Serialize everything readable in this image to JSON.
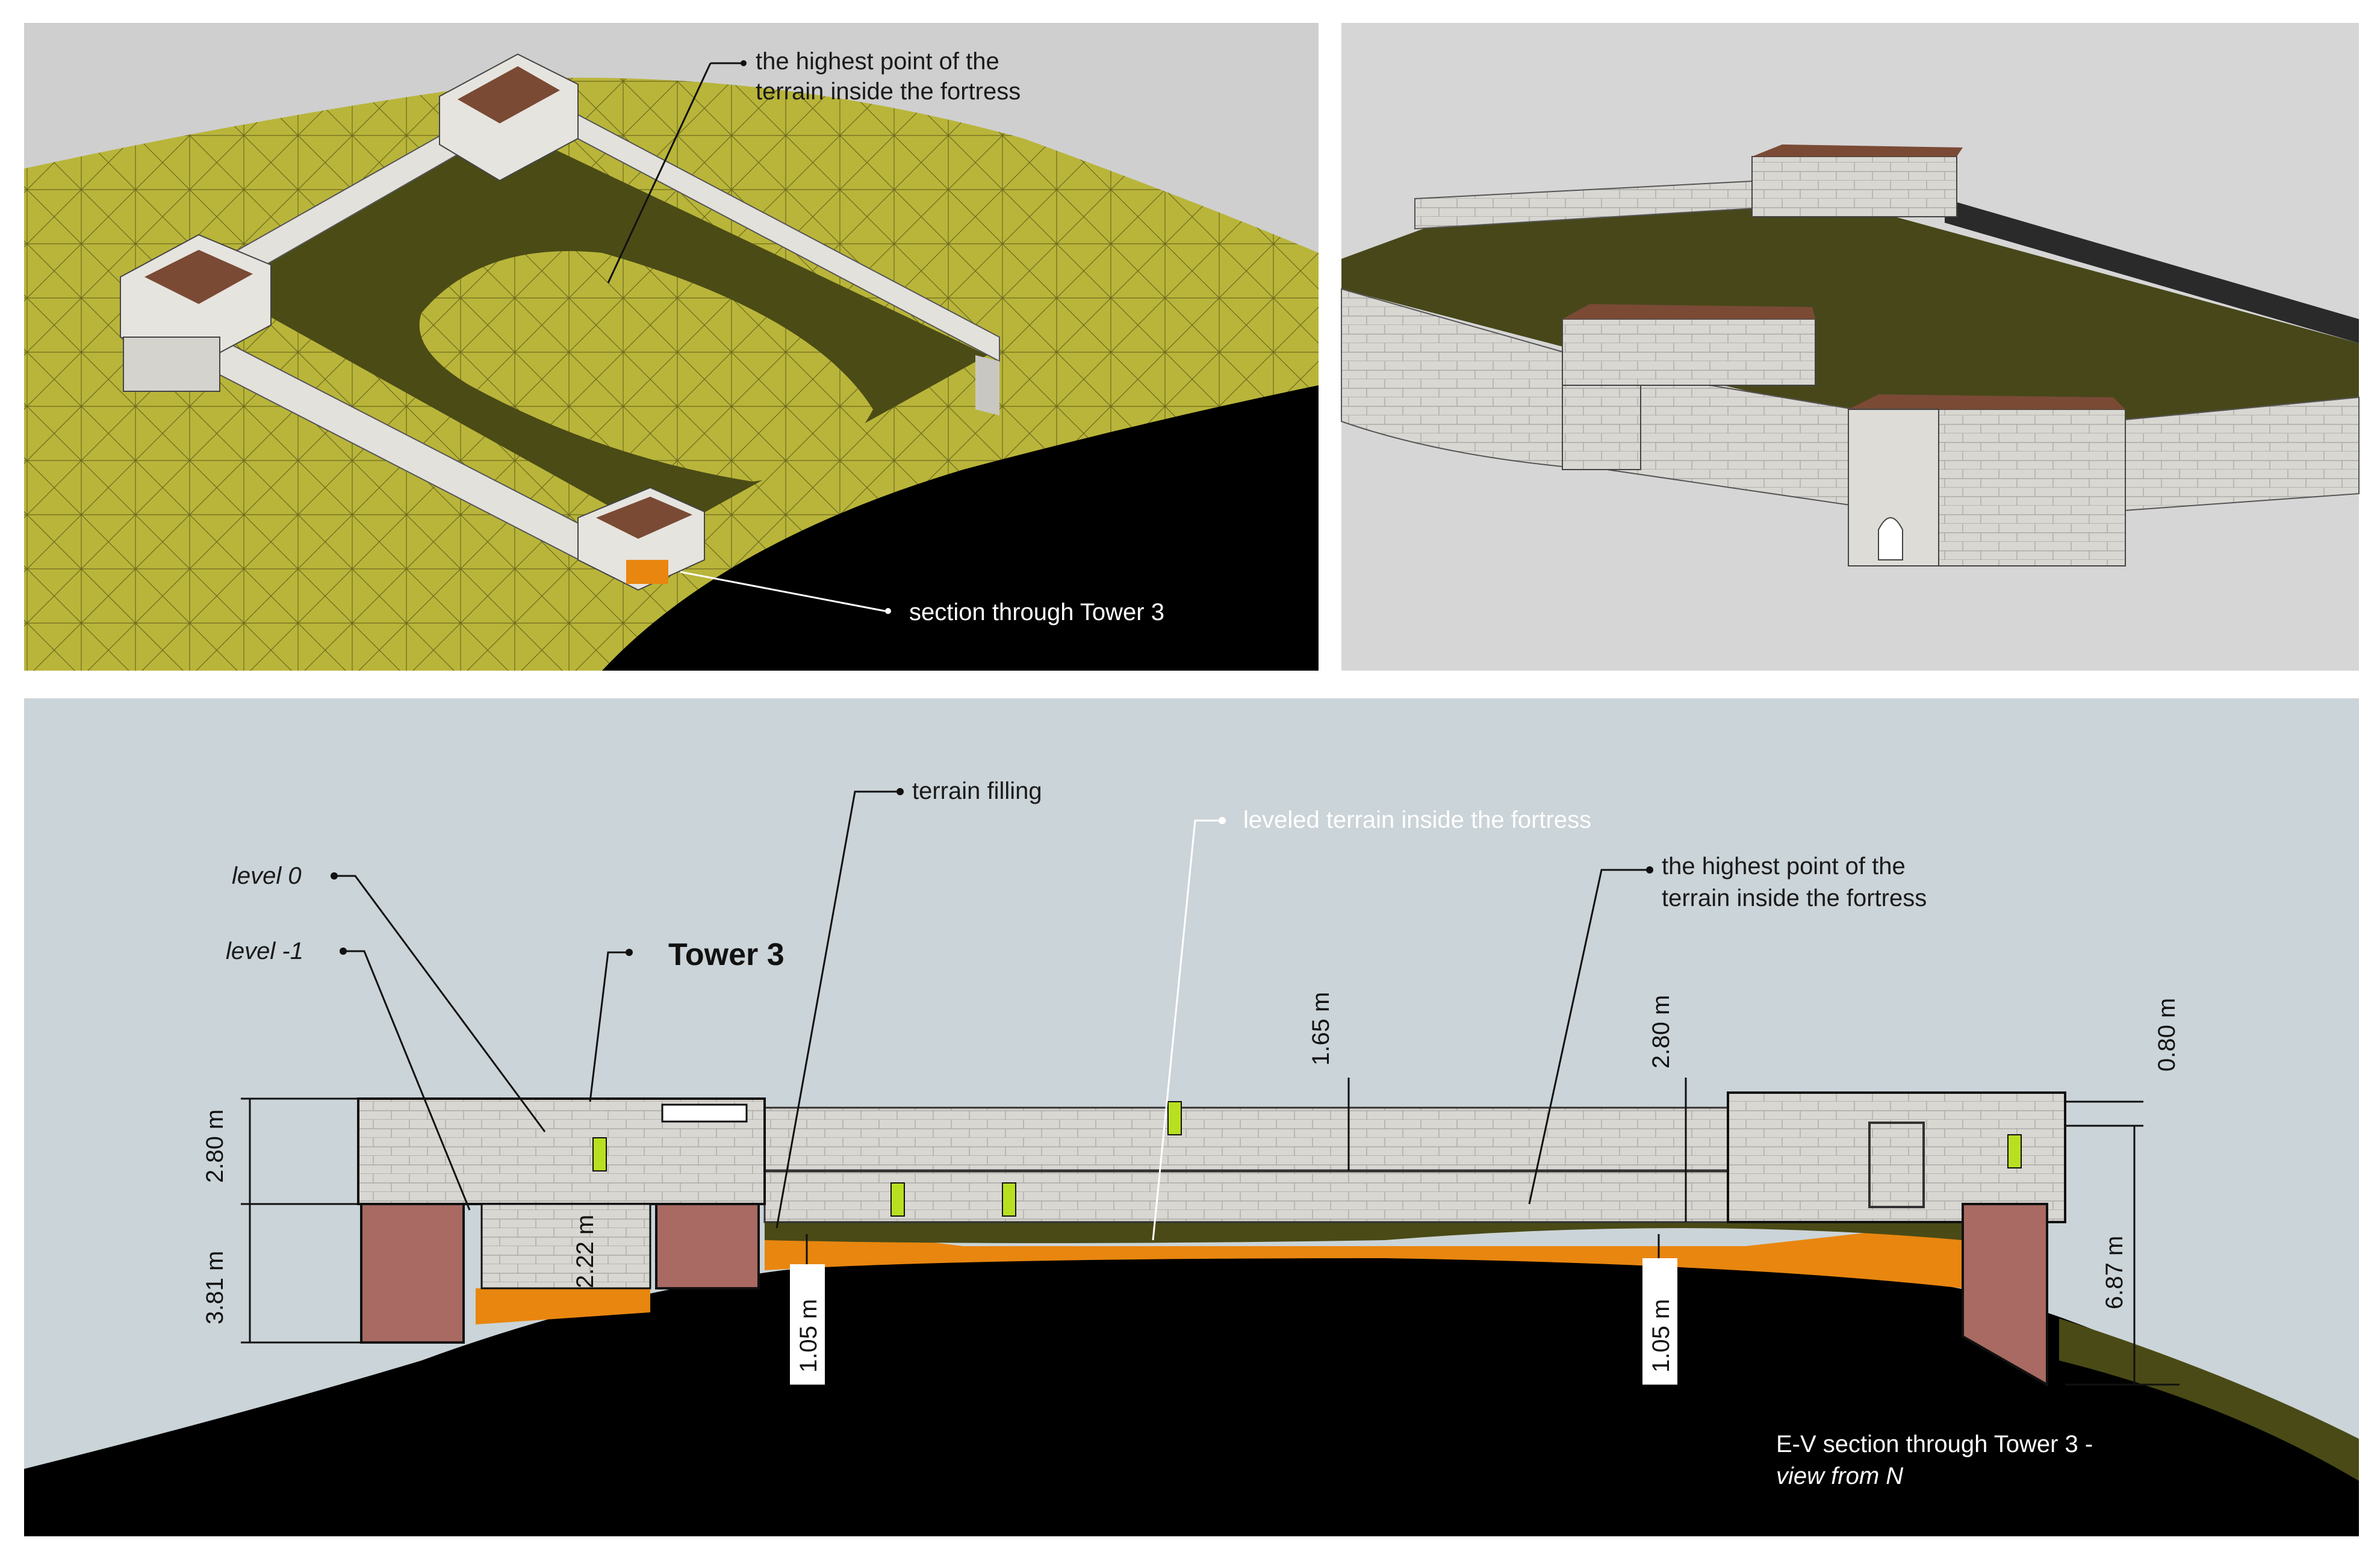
{
  "panel_top_left": {
    "highest_point_label_line1": "the highest point of the",
    "highest_point_label_line2": "terrain inside the fortress",
    "section_label": "section through Tower 3"
  },
  "panel_bottom": {
    "terrain_filling": "terrain filling",
    "leveled_terrain": "leveled terrain inside the fortress",
    "highest_point_line1": "the highest point of the",
    "highest_point_line2": "terrain inside the fortress",
    "level_0": "level 0",
    "level_minus_1": "level -1",
    "tower_title": "Tower 3",
    "dims": {
      "d_280_left": "2.80 m",
      "d_381": "3.81 m",
      "d_222": "2.22 m",
      "d_105_left": "1.05 m",
      "d_165": "1.65 m",
      "d_280_right": "2.80 m",
      "d_105_right": "1.05 m",
      "d_080": "0.80 m",
      "d_687": "6.87 m"
    },
    "caption_line1": "E-V section through Tower 3 -",
    "caption_line2": "view from N"
  },
  "colors": {
    "terrain_green": "#b6b33a",
    "courtyard_green": "#4a4a16",
    "wall_stone": "#d8d6d2",
    "fill_orange": "#e8860f",
    "foundation_brown": "#a86a62",
    "ground_black": "#000000",
    "sky": "#ccd4d8"
  }
}
